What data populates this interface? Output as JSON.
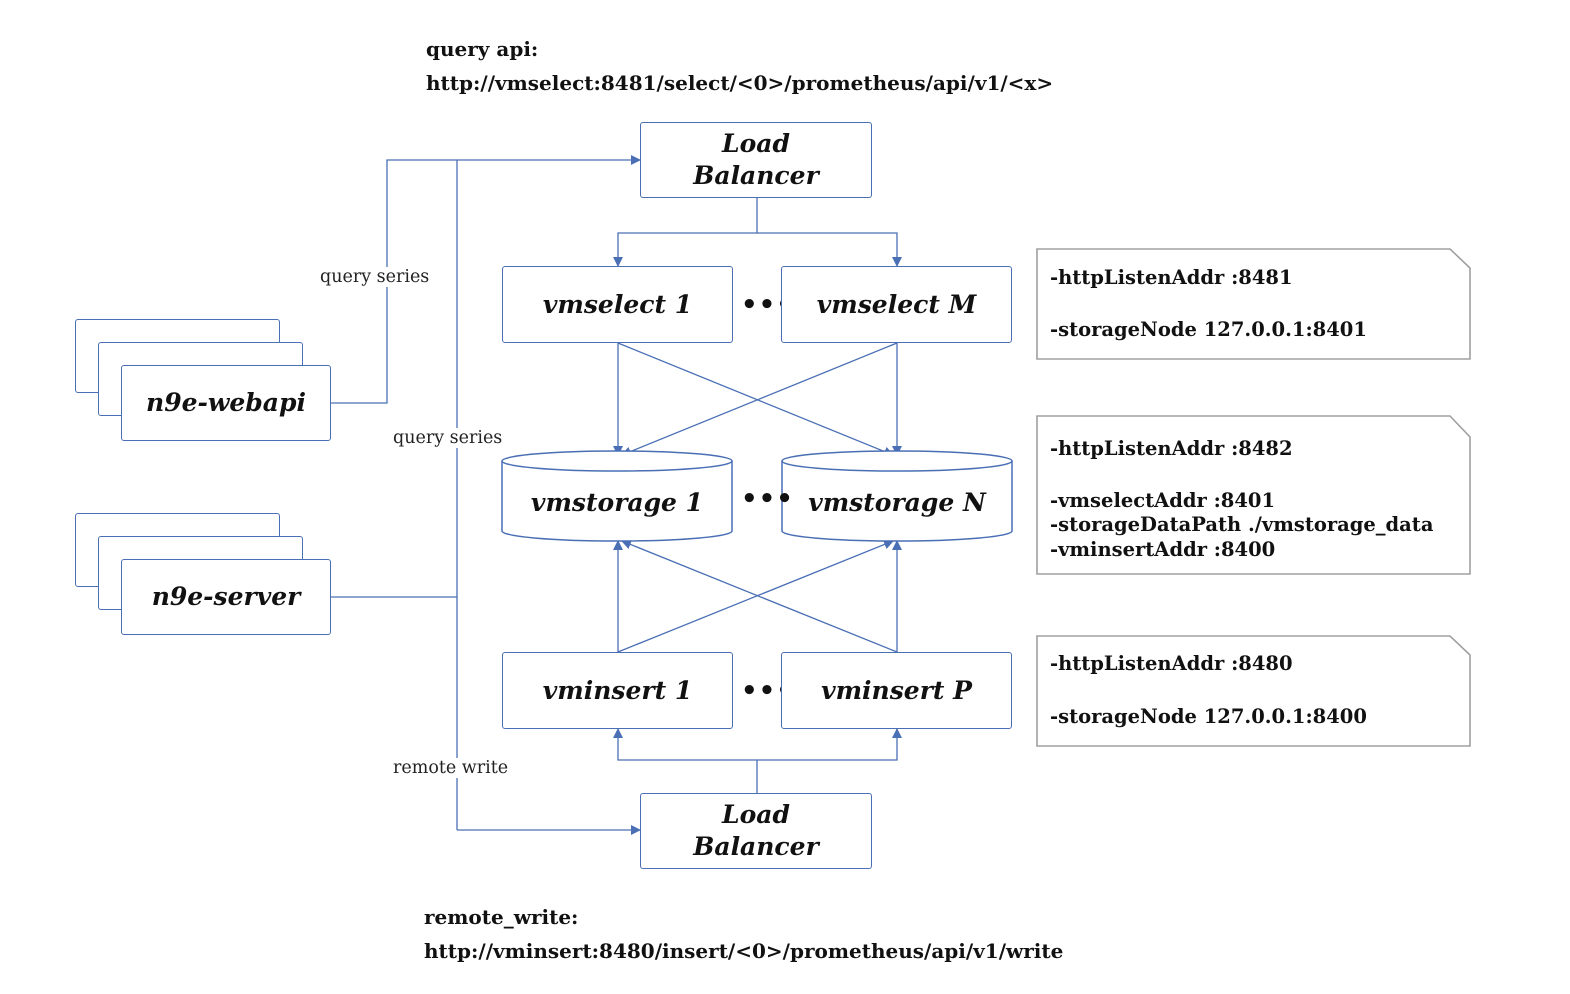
{
  "query_api": {
    "title": "query api:",
    "url": "http://vmselect:8481/select/<0>/prometheus/api/v1/<x>"
  },
  "remote_write_api": {
    "title": "remote_write:",
    "url": "http://vminsert:8480/insert/<0>/prometheus/api/v1/write"
  },
  "nodes": {
    "lb_top": "Load\nBalancer",
    "lb_bottom": "Load\nBalancer",
    "vmselect_1": "vmselect 1",
    "vmselect_m": "vmselect M",
    "vmstorage_1": "vmstorage 1",
    "vmstorage_n": "vmstorage N",
    "vminsert_1": "vminsert 1",
    "vminsert_p": "vminsert P",
    "n9e_webapi": "n9e-webapi",
    "n9e_server": "n9e-server"
  },
  "ellipsis": "•••",
  "edge_labels": {
    "query_series_1": "query series",
    "query_series_2": "query series",
    "remote_write": "remote write"
  },
  "notes": {
    "vmselect": [
      "-httpListenAddr :8481",
      "",
      "-storageNode 127.0.0.1:8401"
    ],
    "vmstorage": [
      "-httpListenAddr :8482",
      "",
      "-vmselectAddr :8401",
      "-storageDataPath ./vmstorage_data",
      "-vminsertAddr :8400"
    ],
    "vminsert": [
      "-httpListenAddr :8480",
      "",
      "-storageNode 127.0.0.1:8400"
    ]
  },
  "colors": {
    "line": "#4a6fb5",
    "note_border": "#a0a0a0"
  }
}
